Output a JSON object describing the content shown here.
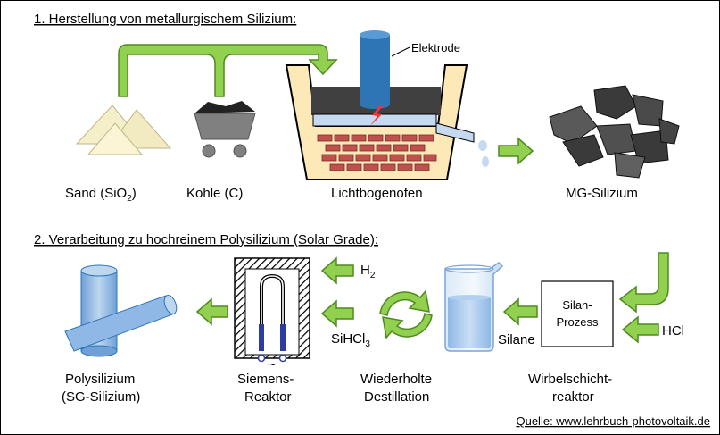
{
  "section1": {
    "heading": "1. Herstellung von metallurgischem Silizium:",
    "sand_label": "Sand (SiO",
    "sand_sub": "2",
    "sand_close": ")",
    "coal_label": "Kohle (C)",
    "furnace_label": "Lichtbogenofen",
    "electrode_label": "Elektrode",
    "mg_label": "MG-Silizium"
  },
  "section2": {
    "heading": "2. Verarbeitung zu hochreinem Polysilizium (Solar Grade):",
    "poly_line1": "Polysilizium",
    "poly_line2": "(SG-Silizium)",
    "siemens_line1": "Siemens-",
    "siemens_line2": "Reaktor",
    "siemens_tilde": "~",
    "dest_line1": "Wiederholte",
    "dest_line2": "Destillation",
    "h2_label": "H",
    "h2_sub": "2",
    "sihcl_label": "SiHCl",
    "sihcl_sub": "3",
    "silane_label": "Silane",
    "silan_box_line1": "Silan-",
    "silan_box_line2": "Prozess",
    "hcl_label": "HCl",
    "wirbel_line1": "Wirbelschicht-",
    "wirbel_line2": "reaktor"
  },
  "source": "Quelle: www.lehrbuch-photovoltaik.de",
  "colors": {
    "arrow_fill": "#92d050",
    "arrow_stroke": "#4f8a1f",
    "brick": "#c0504d",
    "tank_fill": "#fde9b8",
    "blue_dark": "#2e75b6",
    "blue_light": "#9dc3e6",
    "coal": "#222222",
    "cart": "#7f7f7f"
  }
}
